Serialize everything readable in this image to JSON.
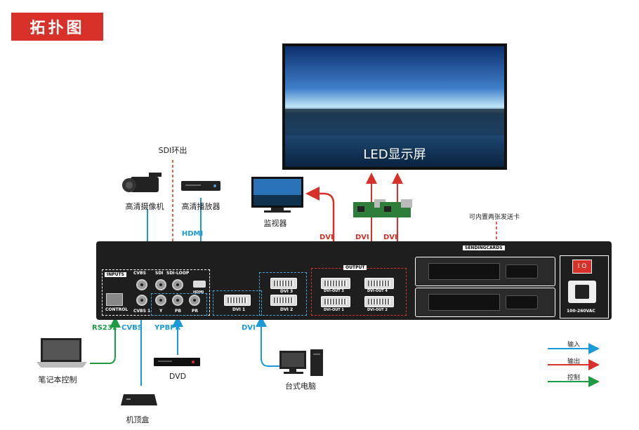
{
  "title": "拓扑图",
  "led_label": "LED显示屏",
  "devices": {
    "camera": "高清摄像机",
    "bluray": "高清播放器",
    "monitor": "监视器",
    "laptop": "笔记本控制",
    "stb": "机顶盒",
    "dvd": "DVD",
    "desktop": "台式电脑",
    "sending_card_note": "可内置两张发送卡",
    "sdi_loop": "SDI环出"
  },
  "signals": {
    "hdmi": "HDMI",
    "rs232": "RS232",
    "cvbs": "CVBS",
    "ypbpr": "YPBPR",
    "dvi_in": "DVI",
    "dvi_out1": "DVI",
    "dvi_out2": "DVI",
    "dvi_out3": "DVI"
  },
  "panel": {
    "inputs": "INPUTS",
    "output": "OUTPUT",
    "cvbs": "CVBS",
    "sdi": "SDI",
    "sdi_loop": "SDI-LOOP",
    "hdmi": "HDMI",
    "control": "CONTROL",
    "cvbs1": "CVBS 1",
    "y": "Y",
    "pb": "PB",
    "pr": "PR",
    "dvi1": "DVI 1",
    "dvi2": "DVI 2",
    "dvi3": "DVI 3",
    "dvi_out3": "DVI-OUT 3",
    "dvi_out4": "DVI-OUT 4",
    "dvi_out1": "DVI-OUT 1",
    "dvi_out2": "DVI-OUT 2",
    "sending_cards": "SENDINGCARDS",
    "power": "100-260VAC"
  },
  "legend": {
    "input": "输入",
    "output": "输出",
    "control": "控制"
  },
  "colors": {
    "input": "#1a9ad6",
    "output": "#d8312a",
    "control": "#1e9c45",
    "title_bg": "#d8312a",
    "panel": "#1e1e1e"
  }
}
